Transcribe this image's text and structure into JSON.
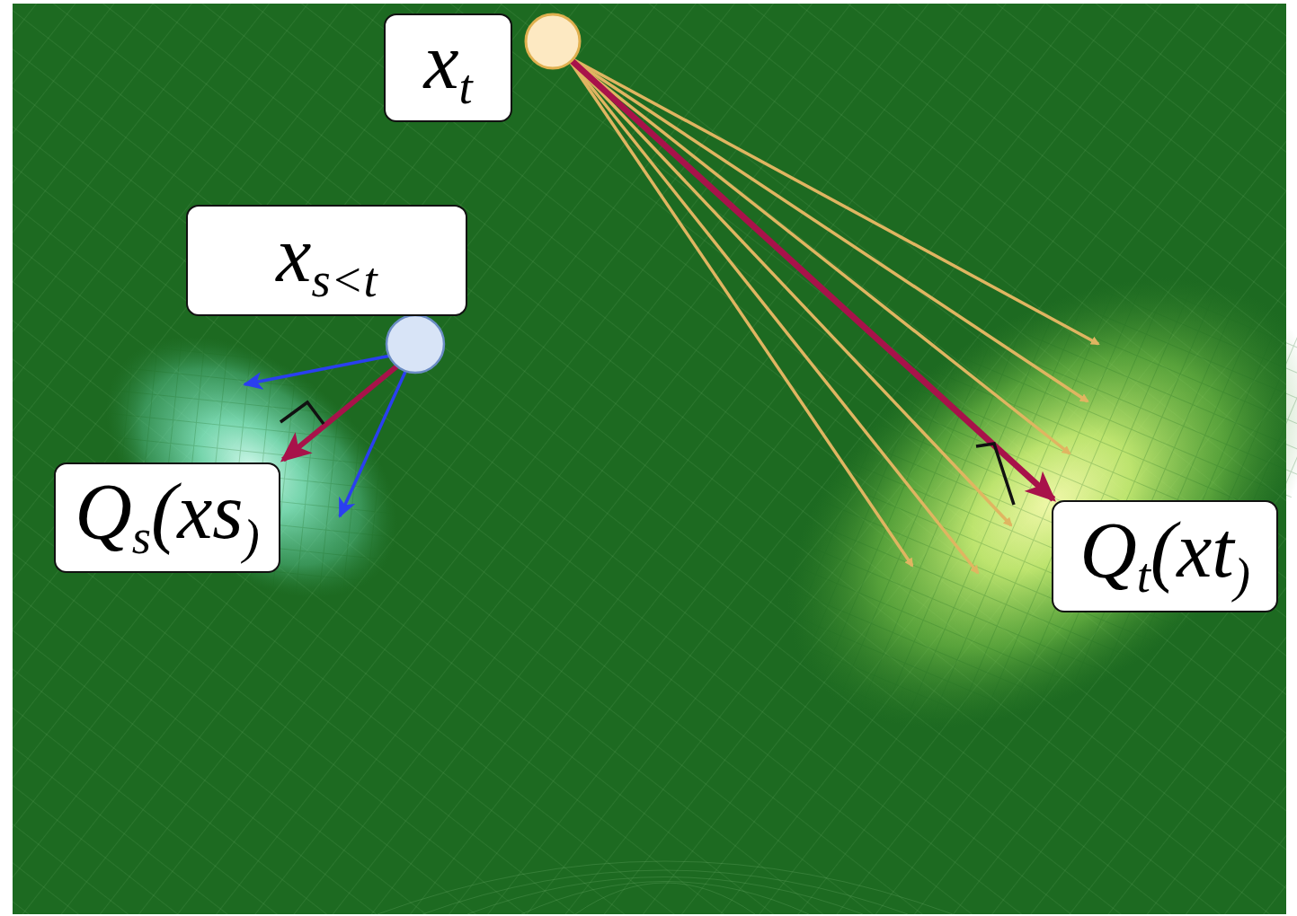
{
  "diagram": {
    "nodes": [
      {
        "text": [
          "xt"
        ]
      },
      {
        "text": [
          "xs<t"
        ]
      },
      {
        "text": [
          "Qs(xs)"
        ]
      },
      {
        "text": [
          "Qt(xt)"
        ]
      }
    ]
  }
}
